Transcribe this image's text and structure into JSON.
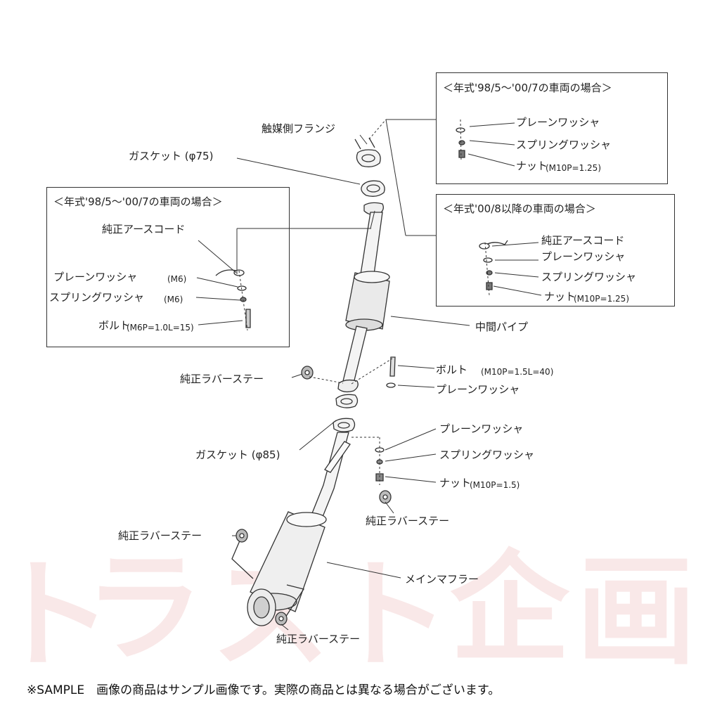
{
  "boxes": {
    "top_right": {
      "title": "＜年式'98/5～'00/7の車両の場合＞",
      "items": [
        "プレーンワッシャ",
        "スプリングワッシャ",
        "ナット"
      ],
      "nut_spec": "(M10P=1.25)"
    },
    "mid_right": {
      "title": "＜年式'00/8以降の車両の場合＞",
      "items": [
        "純正アースコード",
        "プレーンワッシャ",
        "スプリングワッシャ",
        "ナット"
      ],
      "nut_spec": "(M10P=1.25)"
    },
    "left": {
      "title": "＜年式'98/5～'00/7の車両の場合＞",
      "items": [
        "純正アースコード",
        "プレーンワッシャ",
        "スプリングワッシャ",
        "ボルト"
      ],
      "washer_spec": "(M6)",
      "bolt_spec": "(M6P=1.0L=15)"
    }
  },
  "labels": {
    "catalyst_flange": "触媒側フランジ",
    "gasket_75": "ガスケット (φ75)",
    "center_pipe": "中間パイプ",
    "rubber_stay_1": "純正ラバーステー",
    "bolt": "ボルト",
    "bolt_spec": "(M10P=1.5L=40)",
    "plain_washer_1": "プレーンワッシャ",
    "plain_washer_2": "プレーンワッシャ",
    "spring_washer": "スプリングワッシャ",
    "nut": "ナット",
    "nut_spec": "(M10P=1.5)",
    "gasket_85": "ガスケット (φ85)",
    "rubber_stay_2": "純正ラバーステー",
    "rubber_stay_3": "純正ラバーステー",
    "main_muffler": "メインマフラー",
    "rubber_stay_4": "純正ラバーステー"
  },
  "watermark": [
    "ト",
    "ラ",
    "ス",
    "ト",
    "企",
    "画"
  ],
  "footer": "※SAMPLE　画像の商品はサンプル画像です。実際の商品とは異なる場合がございます。"
}
